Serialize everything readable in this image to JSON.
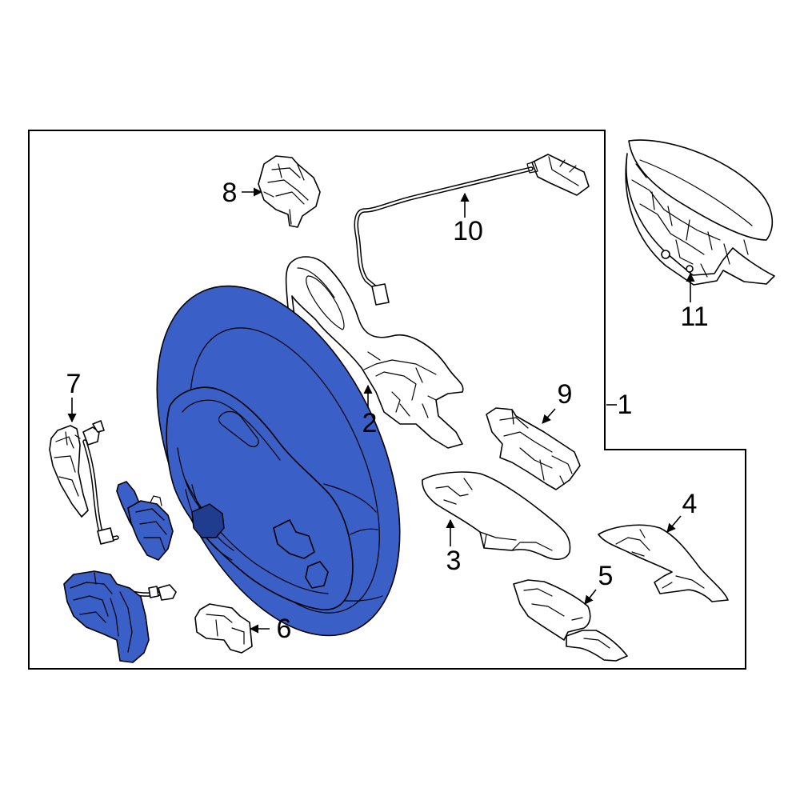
{
  "callouts": [
    {
      "label": "1"
    },
    {
      "label": "2"
    },
    {
      "label": "3"
    },
    {
      "label": "4"
    },
    {
      "label": "5"
    },
    {
      "label": "6"
    },
    {
      "label": "7"
    },
    {
      "label": "8"
    },
    {
      "label": "9"
    },
    {
      "label": "10"
    },
    {
      "label": "11"
    }
  ],
  "colors": {
    "highlight": "#3a5fc7",
    "highlight_dark": "#1f3c8f",
    "line": "#000000",
    "background": "#ffffff"
  }
}
